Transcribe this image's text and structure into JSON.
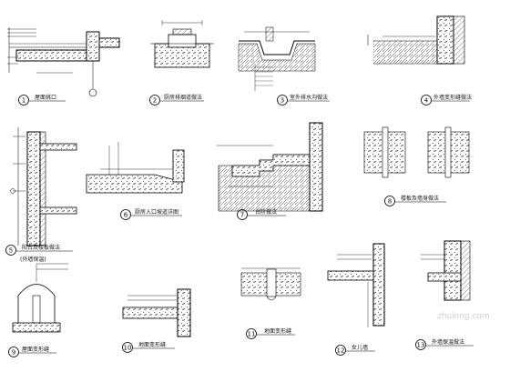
{
  "sheet": {
    "details": [
      {
        "num": "1",
        "title": "屋面挑口"
      },
      {
        "num": "2",
        "title": "厨房排烟道做法"
      },
      {
        "num": "3",
        "title": "室外排水沟做法"
      },
      {
        "num": "4",
        "title": "外墙变形缝做法"
      },
      {
        "num": "5",
        "title": "阳台及楼板做法"
      },
      {
        "num": "6",
        "title": "厨房入口坡道详图"
      },
      {
        "num": "7",
        "title": "台阶做法"
      },
      {
        "num": "8",
        "title": "楼板及墙身做法"
      },
      {
        "num": "9",
        "title": "屋面变形缝"
      },
      {
        "num": "10",
        "title": "地面变形缝"
      },
      {
        "num": "11",
        "title": "地面变形缝"
      },
      {
        "num": "12",
        "title": "女儿墙"
      },
      {
        "num": "13",
        "title": "外墙保温做法"
      }
    ],
    "subtitle_5": "(外墙保温)",
    "watermark": "zhulong.com"
  }
}
